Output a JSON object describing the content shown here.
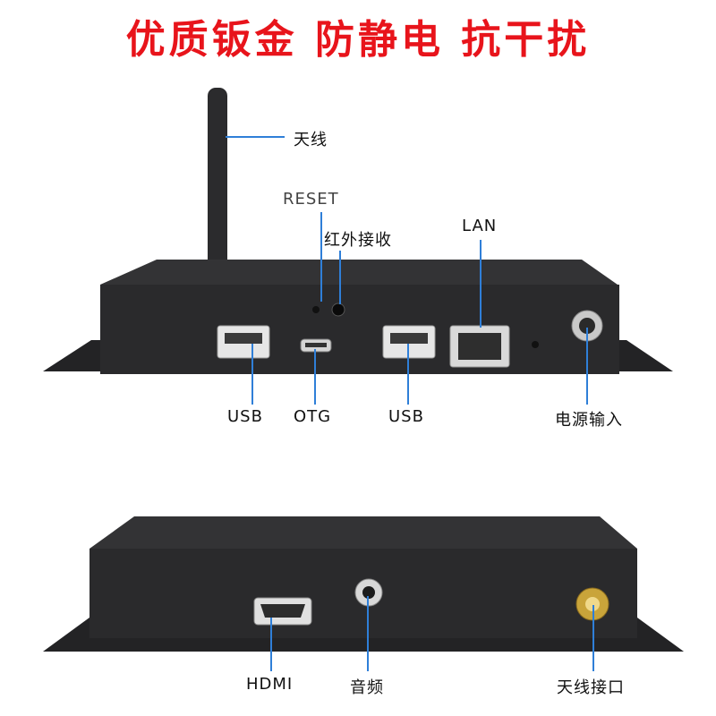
{
  "headline": "优质钣金 防静电 抗干扰",
  "labels": {
    "antenna": "天线",
    "reset": "RESET",
    "ir": "红外接收",
    "lan": "LAN",
    "usb1": "USB",
    "otg": "OTG",
    "usb2": "USB",
    "power": "电源输入",
    "hdmi": "HDMI",
    "audio": "音频",
    "antenna_port": "天线接口"
  },
  "colors": {
    "headline": "#e8141b",
    "callout_line": "#2f7fd8",
    "device_body": "#2a2a2c"
  }
}
